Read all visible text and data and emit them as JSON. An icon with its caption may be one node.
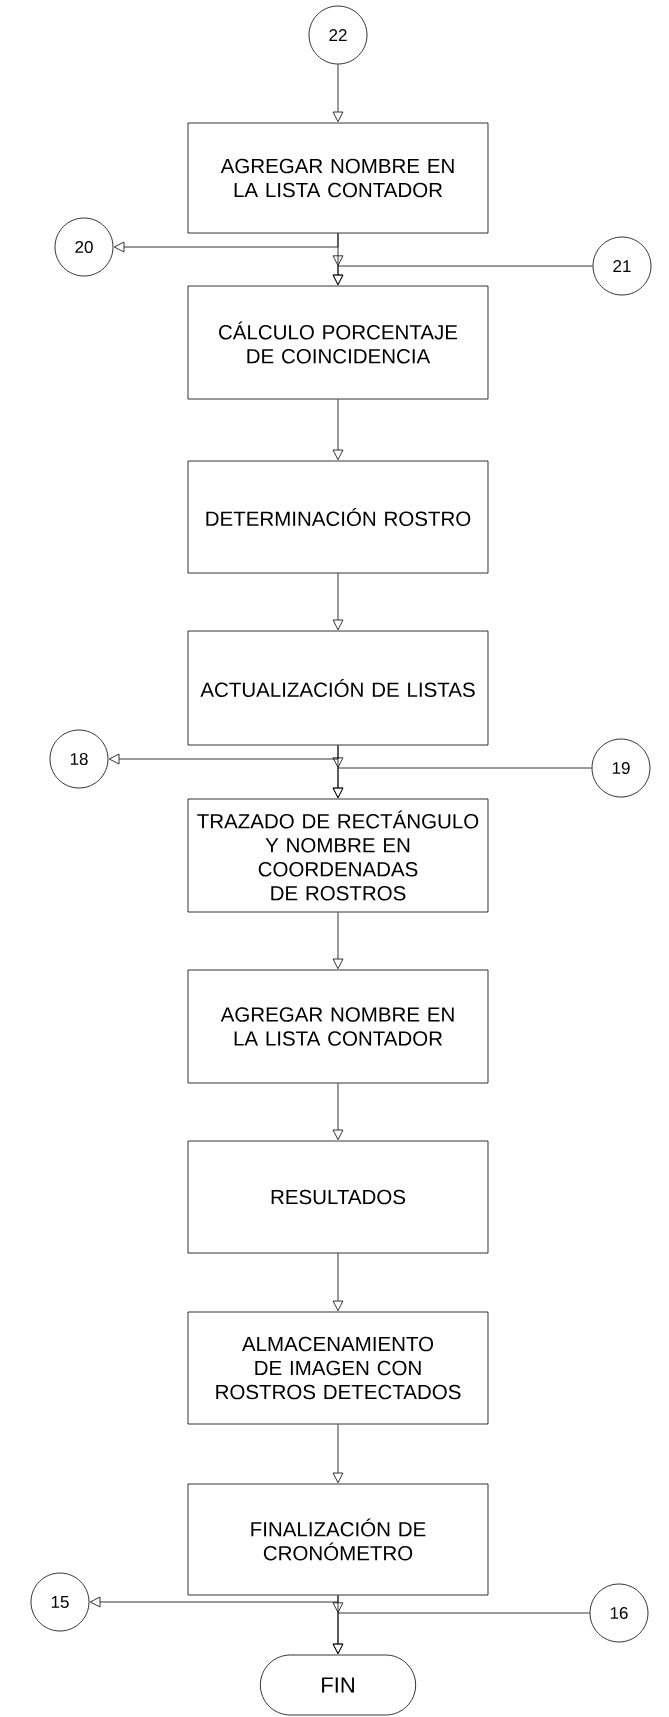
{
  "diagram": {
    "nodes": [
      {
        "text": [
          "22"
        ]
      },
      {
        "text": [
          "AGREGAR NOMBRE EN LA LISTA CONTADOR"
        ]
      },
      {
        "text": [
          "20"
        ]
      },
      {
        "text": [
          "21"
        ]
      },
      {
        "text": [
          "CÁLCULO PORCENTAJE DE COINCIDENCIA"
        ]
      },
      {
        "text": [
          "DETERMINACIÓN ROSTRO"
        ]
      },
      {
        "text": [
          "ACTUALIZACIÓN DE LISTAS"
        ]
      },
      {
        "text": [
          "18"
        ]
      },
      {
        "text": [
          "19"
        ]
      },
      {
        "text": [
          "TRAZADO DE RECTÁNGULO Y NOMBRE EN COORDENADAS DE ROSTROS"
        ]
      },
      {
        "text": [
          "AGREGAR NOMBRE EN LA LISTA CONTADOR"
        ]
      },
      {
        "text": [
          "RESULTADOS"
        ]
      },
      {
        "text": [
          "ALMACENAMIENTO DE IMAGEN CON ROSTROS DETECTADOS"
        ]
      },
      {
        "text": [
          "FINALIZACIÓN DE CRONÓMETRO"
        ]
      },
      {
        "text": [
          "15"
        ]
      },
      {
        "text": [
          "16"
        ]
      },
      {
        "text": [
          "FIN"
        ]
      }
    ],
    "edges": [
      {
        "from": 0,
        "to": 1,
        "arrow": "to"
      },
      {
        "from": 1,
        "to": 2,
        "arrow": "to"
      },
      {
        "from": 1,
        "to": 4,
        "arrow": "to"
      },
      {
        "from": 3,
        "to": 4,
        "arrow": "to"
      },
      {
        "from": 4,
        "to": 5,
        "arrow": "to"
      },
      {
        "from": 5,
        "to": 6,
        "arrow": "to"
      },
      {
        "from": 6,
        "to": 7,
        "arrow": "to"
      },
      {
        "from": 6,
        "to": 9,
        "arrow": "to"
      },
      {
        "from": 8,
        "to": 9,
        "arrow": "to"
      },
      {
        "from": 9,
        "to": 10,
        "arrow": "to"
      },
      {
        "from": 10,
        "to": 11,
        "arrow": "to"
      },
      {
        "from": 11,
        "to": 12,
        "arrow": "to"
      },
      {
        "from": 12,
        "to": 13,
        "arrow": "to"
      },
      {
        "from": 13,
        "to": 14,
        "arrow": "to"
      },
      {
        "from": 13,
        "to": 16,
        "arrow": "to"
      },
      {
        "from": 15,
        "to": 16,
        "arrow": "to"
      }
    ]
  }
}
